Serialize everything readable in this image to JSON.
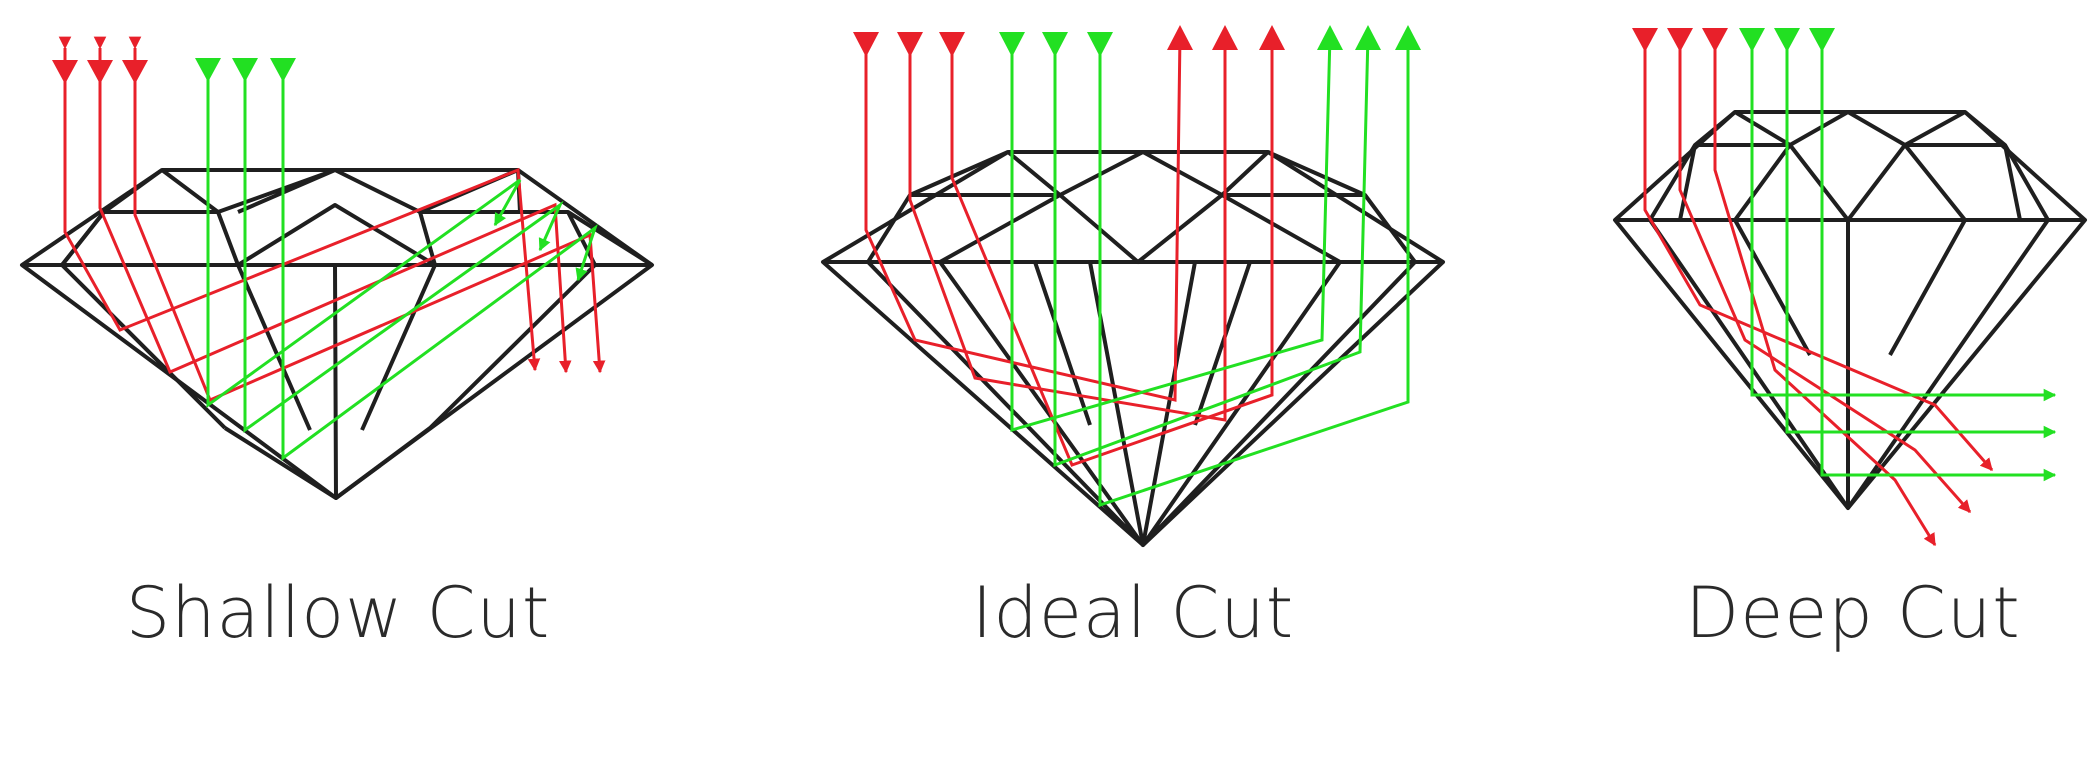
{
  "diagram": {
    "panels": [
      {
        "id": "shallow",
        "caption": "Shallow Cut"
      },
      {
        "id": "ideal",
        "caption": "Ideal Cut"
      },
      {
        "id": "deep",
        "caption": "Deep Cut"
      }
    ],
    "colors": {
      "outline": "#1f1f1f",
      "light_lost": "#e8202a",
      "light_returned": "#22e022"
    }
  }
}
